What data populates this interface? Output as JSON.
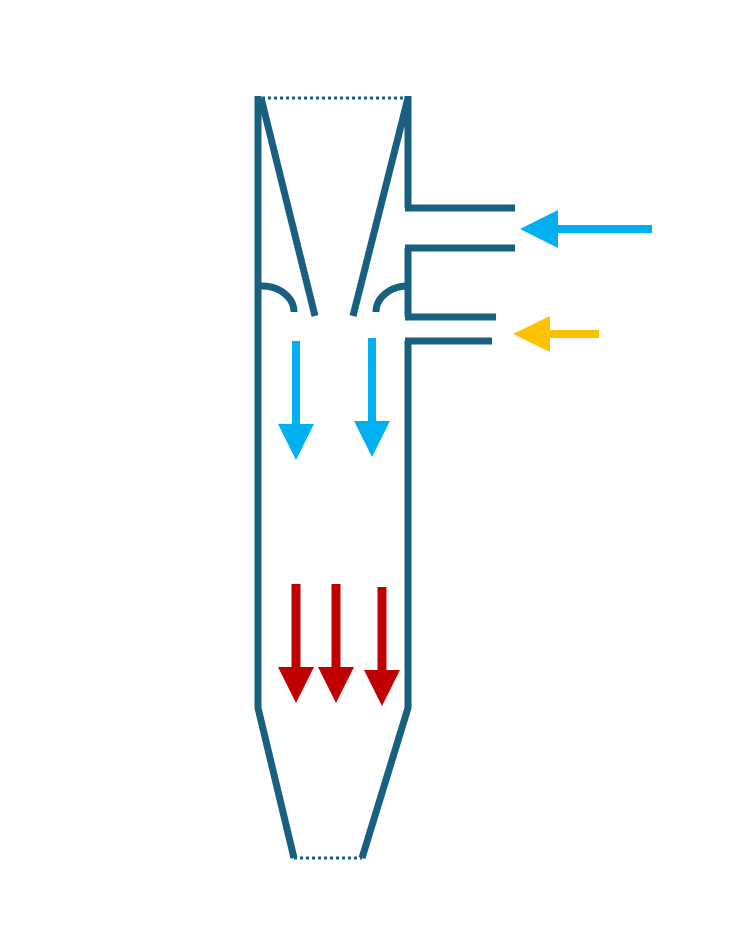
{
  "diagram": {
    "type": "flow-schematic",
    "colors": {
      "background": "#ffffff",
      "wall": "#17607f",
      "flow_primary": "#00b0f0",
      "flow_secondary": "#ffc000",
      "flow_output": "#c00000"
    },
    "components": [
      "top-opening",
      "converging-cone",
      "upper-inlet-pipe",
      "lower-inlet-pipe",
      "mixing-chamber",
      "bottom-cone",
      "bottom-opening"
    ],
    "flows": [
      {
        "id": "primary-inlet-flow",
        "color_key": "flow_primary",
        "direction": "left"
      },
      {
        "id": "secondary-inlet-flow",
        "color_key": "flow_secondary",
        "direction": "left"
      },
      {
        "id": "primary-downward-flow",
        "color_key": "flow_primary",
        "direction": "down",
        "count": 2
      },
      {
        "id": "output-downward-flow",
        "color_key": "flow_output",
        "direction": "down",
        "count": 3
      }
    ]
  }
}
